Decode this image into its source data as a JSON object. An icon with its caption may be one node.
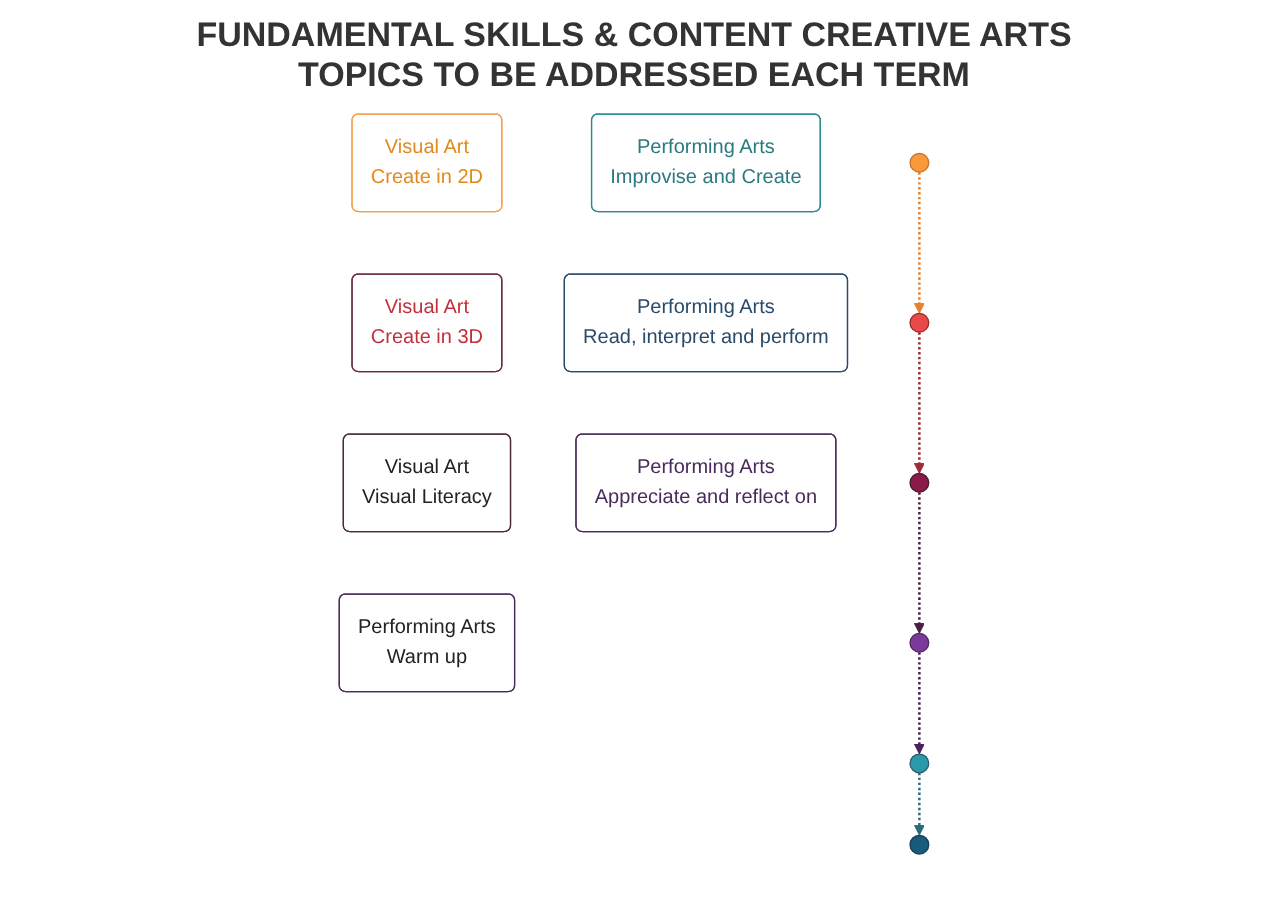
{
  "diagram": {
    "title": "FUNDAMENTAL SKILLS & CONTENT CREATIVE ARTS TOPICS TO BE ADDRESSED EACH TERM",
    "nodes": [
      {
        "text": [
          "Visual Art",
          "Create in 2D"
        ]
      },
      {
        "text": [
          "Visual Art",
          "Create in 3D"
        ]
      },
      {
        "text": [
          "Visual Art",
          "Visual Literacy"
        ]
      },
      {
        "text": [
          "Performing Arts",
          "Warm up"
        ]
      },
      {
        "text": [
          "Performing Arts",
          "Improvise and Create"
        ]
      },
      {
        "text": [
          "Performing Arts",
          "Read, interpret and perform"
        ]
      },
      {
        "text": [
          "Performing Arts",
          "Appreciate and reflect on"
        ]
      },
      {
        "text": [],
        "shape": "circle"
      },
      {
        "text": [],
        "shape": "circle"
      },
      {
        "text": [],
        "shape": "circle"
      },
      {
        "text": [],
        "shape": "circle"
      },
      {
        "text": [],
        "shape": "circle"
      },
      {
        "text": [],
        "shape": "circle"
      }
    ],
    "edges": [
      {
        "from": 7,
        "to": 8,
        "arrow": "to",
        "style": "dashed",
        "color": "#e8822a"
      },
      {
        "from": 8,
        "to": 9,
        "arrow": "to",
        "style": "dashed",
        "color": "#9b2a3a"
      },
      {
        "from": 9,
        "to": 10,
        "arrow": "to",
        "style": "dashed",
        "color": "#4a1f3f"
      },
      {
        "from": 10,
        "to": 11,
        "arrow": "to",
        "style": "dashed",
        "color": "#4a1f5a"
      },
      {
        "from": 11,
        "to": 12,
        "arrow": "to",
        "style": "dashed",
        "color": "#2a6a80"
      }
    ]
  }
}
